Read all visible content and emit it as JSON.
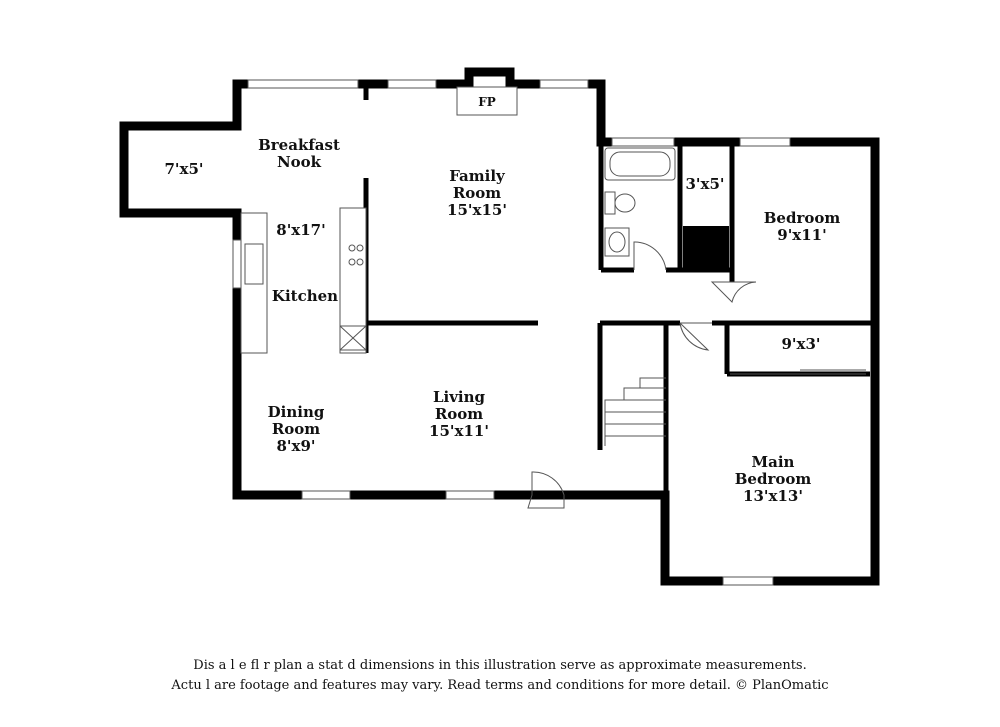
{
  "rooms": {
    "breakfast_nook": {
      "name_line1": "Breakfast",
      "name_line2": "Nook"
    },
    "nook_bump": {
      "dims": "7'x5'"
    },
    "kitchen": {
      "name": "Kitchen",
      "dims": "8'x17'"
    },
    "family_room": {
      "name_line1": "Family",
      "name_line2": "Room",
      "dims": "15'x15'"
    },
    "fireplace": {
      "label": "FP"
    },
    "closet_small": {
      "dims": "3'x5'"
    },
    "bedroom": {
      "name": "Bedroom",
      "dims": "9'x11'"
    },
    "closet_main": {
      "dims": "9'x3'"
    },
    "dining_room": {
      "name_line1": "Dining",
      "name_line2": "Room",
      "dims": "8'x9'"
    },
    "living_room": {
      "name_line1": "Living",
      "name_line2": "Room",
      "dims": "15'x11'"
    },
    "main_bedroom": {
      "name_line1": "Main",
      "name_line2": "Bedroom",
      "dims": "13'x13'"
    }
  },
  "disclaimer": {
    "line1": "Dis  a    l  e fl   r plan a  stat  d dimensions in this illustration serve as approximate measurements.",
    "line2": "Actu  l   are footage and features may vary. Read terms and conditions for more detail. © PlanOmatic"
  }
}
